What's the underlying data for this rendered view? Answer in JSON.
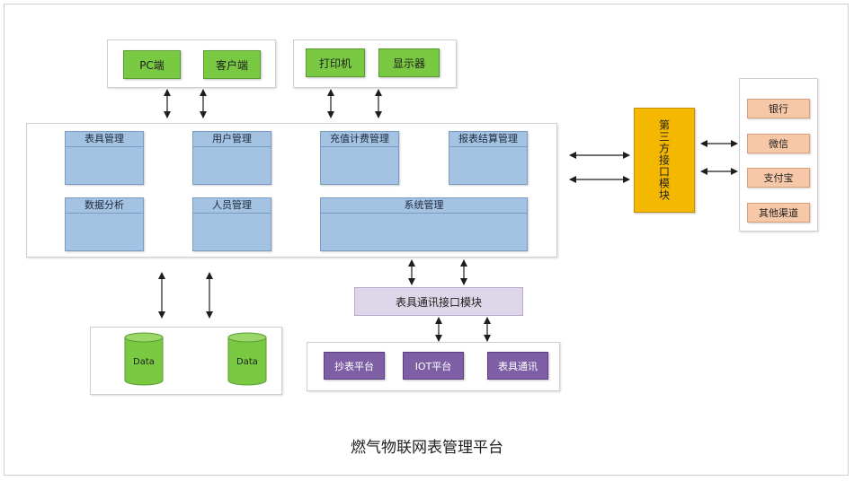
{
  "clients": {
    "pc": "PC端",
    "customer": "客户端"
  },
  "devices": {
    "printer": "打印机",
    "display": "显示器"
  },
  "modules": {
    "meter_mgmt": "表具管理",
    "user_mgmt": "用户管理",
    "recharge_billing": "充值计费管理",
    "report_settlement": "报表结算管理",
    "data_analysis": "数据分析",
    "staff_mgmt": "人员管理",
    "system_mgmt": "系统管理"
  },
  "third_party": {
    "label": "第三方接口模块"
  },
  "payments": [
    "银行",
    "微信",
    "支付宝",
    "其他渠道"
  ],
  "meter_comm": {
    "label": "表具通讯接口模块"
  },
  "platforms": {
    "reading": "抄表平台",
    "iot": "IOT平台",
    "meter_comm": "表具通讯"
  },
  "databases": [
    "Data",
    "Data"
  ],
  "title": "燃气物联网表管理平台",
  "colors": {
    "green": "#7ac943",
    "blue": "#a4c3e3",
    "purple": "#7e5fa6",
    "orange": "#f7c8a8",
    "gold": "#f5b800",
    "lavender": "#ddd5e8"
  }
}
